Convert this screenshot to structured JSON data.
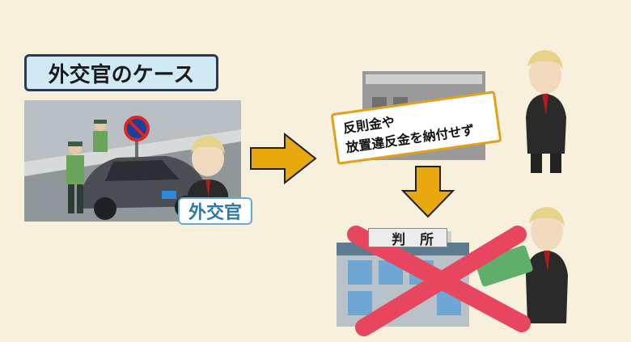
{
  "scene": {
    "title": "外交官のケース",
    "diplomat_label": "外交官",
    "notice_line1": "反則金や",
    "notice_line2": "放置違反金を納付せず",
    "court_sign": "判 所"
  },
  "colors": {
    "background": "#f7f0dd",
    "title_fill": "#cfe9f5",
    "arrow": "#e8a80e",
    "cross": "#e8455f",
    "label_text": "#2f78a8"
  }
}
